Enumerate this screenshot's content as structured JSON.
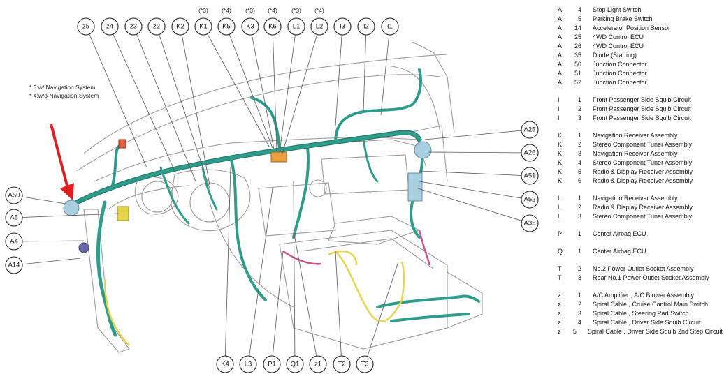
{
  "notes": [
    "* 3:w/ Navigation System",
    "* 4:w/o Navigation System"
  ],
  "top_callouts": [
    {
      "id": "z5",
      "note": ""
    },
    {
      "id": "z4",
      "note": ""
    },
    {
      "id": "z3",
      "note": ""
    },
    {
      "id": "z2",
      "note": ""
    },
    {
      "id": "K2",
      "note": ""
    },
    {
      "id": "K1",
      "note": "(*3)"
    },
    {
      "id": "K5",
      "note": "(*4)"
    },
    {
      "id": "K3",
      "note": "(*3)"
    },
    {
      "id": "K6",
      "note": "(*4)"
    },
    {
      "id": "L1",
      "note": "(*3)"
    },
    {
      "id": "L2",
      "note": "(*4)"
    },
    {
      "id": "I3",
      "note": ""
    },
    {
      "id": "I2",
      "note": ""
    },
    {
      "id": "I1",
      "note": ""
    }
  ],
  "bottom_callouts": [
    "K4",
    "L3",
    "P1",
    "Q1",
    "z1",
    "T2",
    "T3"
  ],
  "left_callouts": [
    "A50",
    "A5",
    "A4",
    "A14"
  ],
  "right_callouts": [
    "A25",
    "A26",
    "A51",
    "A52",
    "A35"
  ],
  "legend": [
    {
      "group": "A",
      "items": [
        {
          "letter": "A",
          "num": "4",
          "name": "Stop Light Switch"
        },
        {
          "letter": "A",
          "num": "5",
          "name": "Parking Brake Switch"
        },
        {
          "letter": "A",
          "num": "14",
          "name": "Accelerator Position Sensor"
        },
        {
          "letter": "A",
          "num": "25",
          "name": "4WD Control ECU"
        },
        {
          "letter": "A",
          "num": "26",
          "name": "4WD Control ECU"
        },
        {
          "letter": "A",
          "num": "35",
          "name": "Diode (Starting)"
        },
        {
          "letter": "A",
          "num": "50",
          "name": "Junction Connector"
        },
        {
          "letter": "A",
          "num": "51",
          "name": "Junction Connector"
        },
        {
          "letter": "A",
          "num": "52",
          "name": "Junction Connector"
        }
      ]
    },
    {
      "group": "I",
      "items": [
        {
          "letter": "I",
          "num": "1",
          "name": "Front Passenger Side Squib Circuit"
        },
        {
          "letter": "I",
          "num": "2",
          "name": "Front Passenger Side Squib Circuit"
        },
        {
          "letter": "I",
          "num": "3",
          "name": "Front Passenger Side Squib Circuit"
        }
      ]
    },
    {
      "group": "K",
      "items": [
        {
          "letter": "K",
          "num": "1",
          "name": "Navigation Receiver Assembly"
        },
        {
          "letter": "K",
          "num": "2",
          "name": "Stereo Component Tuner Assembly"
        },
        {
          "letter": "K",
          "num": "3",
          "name": "Navigation Receiver Assembly"
        },
        {
          "letter": "K",
          "num": "4",
          "name": "Stereo Component Tuner Assembly"
        },
        {
          "letter": "K",
          "num": "5",
          "name": "Radio & Display Receiver Assembly"
        },
        {
          "letter": "K",
          "num": "6",
          "name": "Radio & Display Receiver Assembly"
        }
      ]
    },
    {
      "group": "L",
      "items": [
        {
          "letter": "L",
          "num": "1",
          "name": "Navigation Receiver Assembly"
        },
        {
          "letter": "L",
          "num": "2",
          "name": "Radio & Display Receiver Assembly"
        },
        {
          "letter": "L",
          "num": "3",
          "name": "Stereo Component Tuner Assembly"
        }
      ]
    },
    {
      "group": "P",
      "items": [
        {
          "letter": "P",
          "num": "1",
          "name": "Center Airbag ECU"
        }
      ]
    },
    {
      "group": "Q",
      "items": [
        {
          "letter": "Q",
          "num": "1",
          "name": "Center Airbag ECU"
        }
      ]
    },
    {
      "group": "T",
      "items": [
        {
          "letter": "T",
          "num": "2",
          "name": "No.2 Power Outlet Socket Assembly"
        },
        {
          "letter": "T",
          "num": "3",
          "name": "Rear No.1 Power Outlet Socket Assembly"
        }
      ]
    },
    {
      "group": "z",
      "items": [
        {
          "letter": "z",
          "num": "1",
          "name": "A/C Amplifier , A/C Blower Assembly"
        },
        {
          "letter": "z",
          "num": "2",
          "name": "Spiral Cable , Cruise Control Main Switch"
        },
        {
          "letter": "z",
          "num": "3",
          "name": "Spiral Cable , Steering Pad Switch"
        },
        {
          "letter": "z",
          "num": "4",
          "name": "Spiral Cable , Driver Side Squib Circuit"
        },
        {
          "letter": "z",
          "num": "5",
          "name": "Spiral Cable , Driver Side Squib 2nd Step Circuit"
        }
      ]
    }
  ],
  "colors": {
    "harness": "#2e9c8a",
    "harness_dark": "#1f6f62",
    "yellow_wire": "#e8d44a",
    "pink_wire": "#d0508a",
    "arrow": "#e02020",
    "outline": "#9a9a9a"
  }
}
